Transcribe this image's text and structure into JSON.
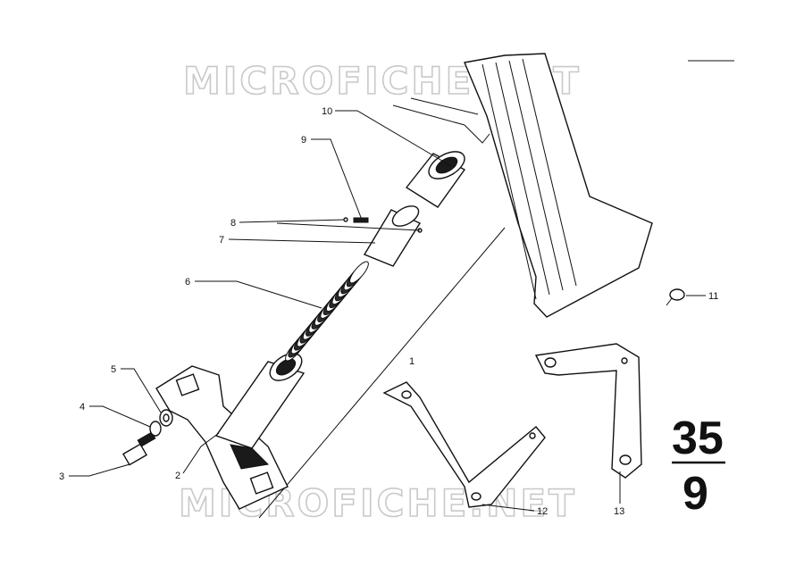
{
  "watermark": {
    "top": "MICROFICHE.NET",
    "bottom": "MICROFICHE.NET"
  },
  "page_number": {
    "section": "35",
    "sheet": "9"
  },
  "callouts": [
    "1",
    "2",
    "3",
    "4",
    "5",
    "6",
    "7",
    "8",
    "9",
    "10",
    "11",
    "12",
    "13"
  ]
}
